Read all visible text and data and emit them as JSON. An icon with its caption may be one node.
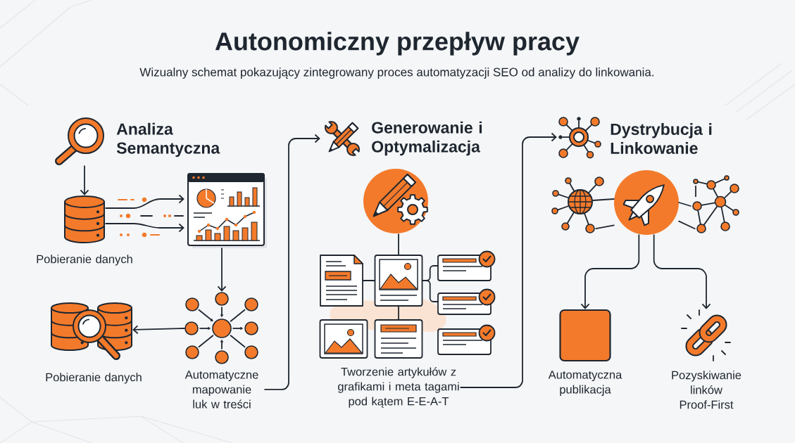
{
  "diagram": {
    "title": "Autonomiczny przepływ pracy",
    "nodes": [
      {
        "text": [],
        "shape": "picture",
        "beside": [
          "Analiza Semantyczna"
        ]
      },
      {
        "text": [],
        "shape": "cylinder",
        "beside": [
          "Pobieranie danych"
        ]
      },
      {
        "text": [],
        "shape": "picture"
      },
      {
        "text": [],
        "shape": "picture",
        "beside": [
          "Pobieranie danych"
        ]
      },
      {
        "text": [],
        "shape": "picture"
      },
      {
        "text": [
          "Automatyczne mapowanie luk w treści"
        ]
      },
      {
        "text": [],
        "shape": "picture",
        "beside": [
          "Generowanie i Optymalizacja"
        ]
      },
      {
        "text": [],
        "shape": "picture"
      },
      {
        "text": [],
        "shape": "picture"
      },
      {
        "text": [],
        "shape": "picture"
      },
      {
        "text": [],
        "shape": "picture"
      },
      {
        "text": [],
        "shape": "picture"
      },
      {
        "text": [],
        "shape": "picture"
      },
      {
        "text": [],
        "shape": "picture"
      },
      {
        "text": [],
        "shape": "picture"
      },
      {
        "text": [
          "Tworzenie artykułów z grafikami i meta tagami pod kątem E-E-A-T"
        ]
      },
      {
        "text": [],
        "shape": "picture",
        "beside": [
          "Dystrybucja i Linkowanie"
        ]
      },
      {
        "text": [],
        "shape": "picture"
      },
      {
        "text": [],
        "shape": "picture"
      },
      {
        "text": [],
        "shape": "picture"
      },
      {
        "text": [],
        "shape": "box",
        "beside": [
          "Automatyczna publikacja"
        ]
      },
      {
        "text": [],
        "shape": "picture",
        "beside": [
          "Pozyskiwanie linków Proof-First"
        ]
      }
    ],
    "edges": [
      {
        "from": 0,
        "to": 1,
        "arrow": "to"
      },
      {
        "from": 1,
        "to": 2,
        "arrow": "to"
      },
      {
        "from": 1,
        "to": 2,
        "arrow": "to"
      },
      {
        "from": 2,
        "to": 4,
        "arrow": "to"
      },
      {
        "from": 4,
        "to": 3,
        "arrow": "to"
      },
      {
        "from": 5,
        "to": 6,
        "arrow": "to"
      },
      {
        "from": 7,
        "to": 9,
        "arrow": "none"
      },
      {
        "from": 8,
        "to": 9,
        "arrow": "none"
      },
      {
        "from": 9,
        "to": 10,
        "arrow": "none"
      },
      {
        "from": 9,
        "to": 11,
        "arrow": "none"
      },
      {
        "from": 9,
        "to": 13,
        "arrow": "none"
      },
      {
        "from": 15,
        "to": 16,
        "arrow": "to"
      },
      {
        "from": 17,
        "to": 18,
        "arrow": "none"
      },
      {
        "from": 17,
        "to": 18,
        "arrow": "none"
      },
      {
        "from": 18,
        "to": 19,
        "arrow": "none"
      },
      {
        "from": 18,
        "to": 19,
        "arrow": "none"
      },
      {
        "from": 18,
        "to": 20,
        "arrow": "to"
      },
      {
        "from": 18,
        "to": 21,
        "arrow": "to"
      }
    ],
    "labels": [
      "Wizualny schemat pokazujący zintegrowany proces automatyzacji SEO od analizy do linkowania."
    ]
  }
}
